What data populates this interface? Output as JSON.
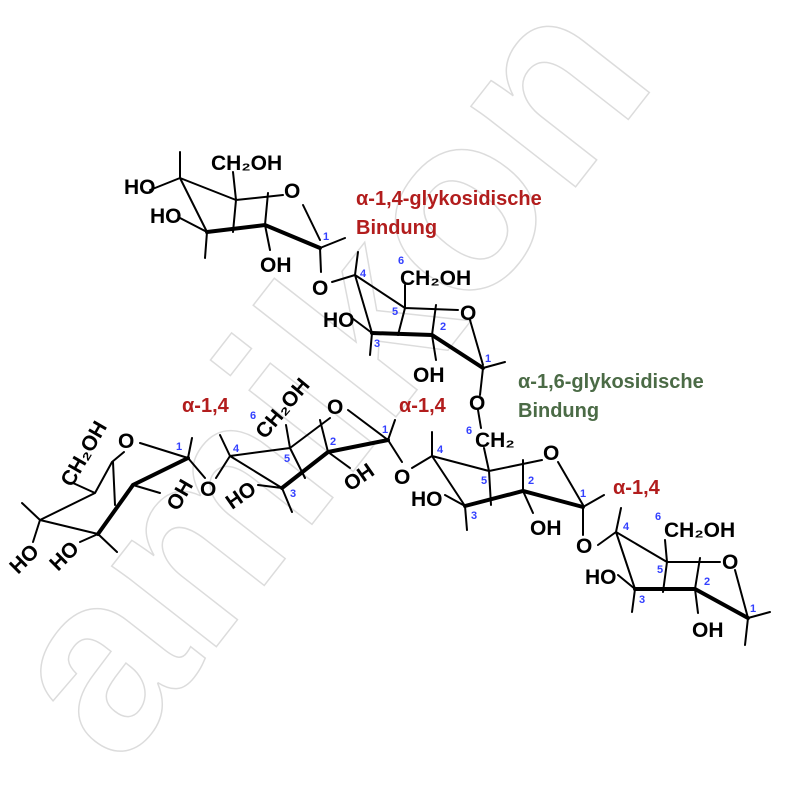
{
  "watermark": "amikon",
  "colors": {
    "alpha14": "#b21d1d",
    "alpha16": "#4b6b46",
    "carbon_numbers": "#3340ff"
  },
  "annotations": {
    "a14_title_line1": "α-1,4-glykosidische",
    "a14_title_line2": "Bindung",
    "a16_title_line1": "α-1,6-glykosidische",
    "a16_title_line2": "Bindung",
    "a14_short": "α-1,4"
  },
  "groups": {
    "CH2OH": "CH₂OH",
    "CH2": "CH₂",
    "HO": "HO",
    "OH": "OH",
    "O": "O"
  },
  "carbon": {
    "c1": "1",
    "c2": "2",
    "c3": "3",
    "c4": "4",
    "c5": "5",
    "c6": "6"
  }
}
